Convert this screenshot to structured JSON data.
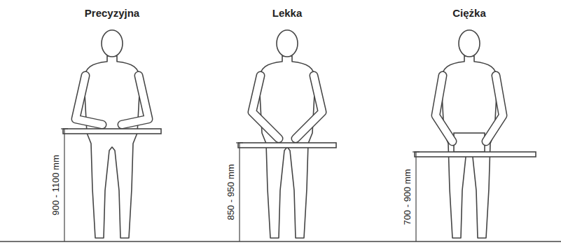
{
  "diagram": {
    "labels": [
      "Precyzyjna",
      "Lekka",
      "Ciężka",
      "900 - 1100 mm",
      "850 - 950 mm",
      "700 - 900 mm"
    ]
  }
}
